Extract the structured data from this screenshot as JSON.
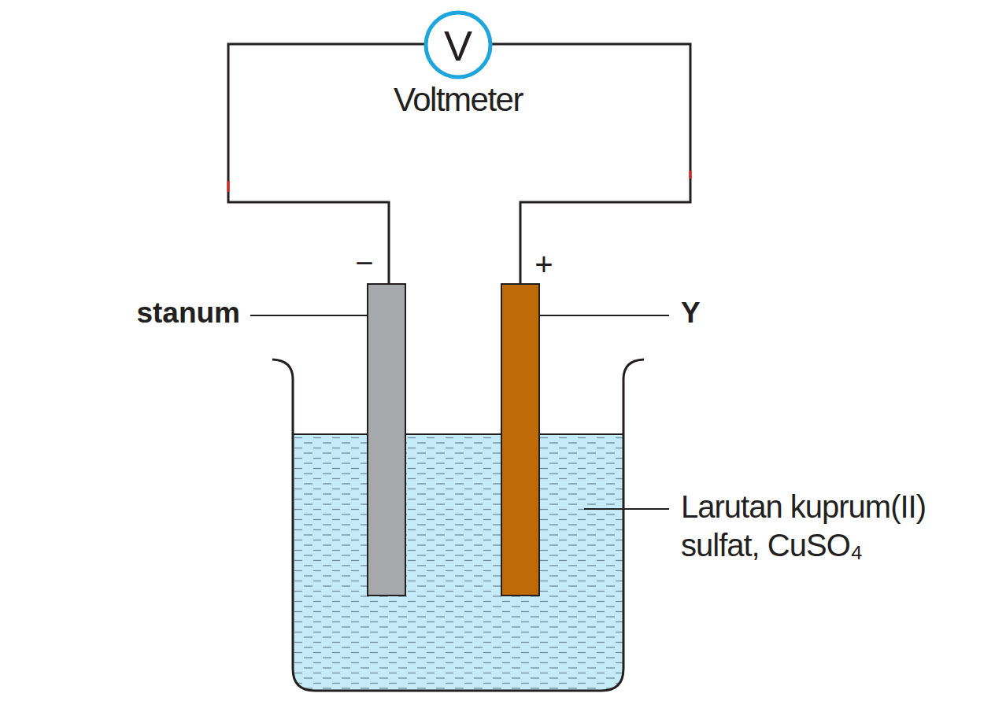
{
  "diagram": {
    "nodes": [
      {
        "text": [
          "V",
          "Voltmeter"
        ]
      }
    ],
    "labels": [
      "stanum",
      "−",
      "+",
      "Y",
      "Larutan kuprum(II) sulfat, CuSO₄"
    ]
  }
}
